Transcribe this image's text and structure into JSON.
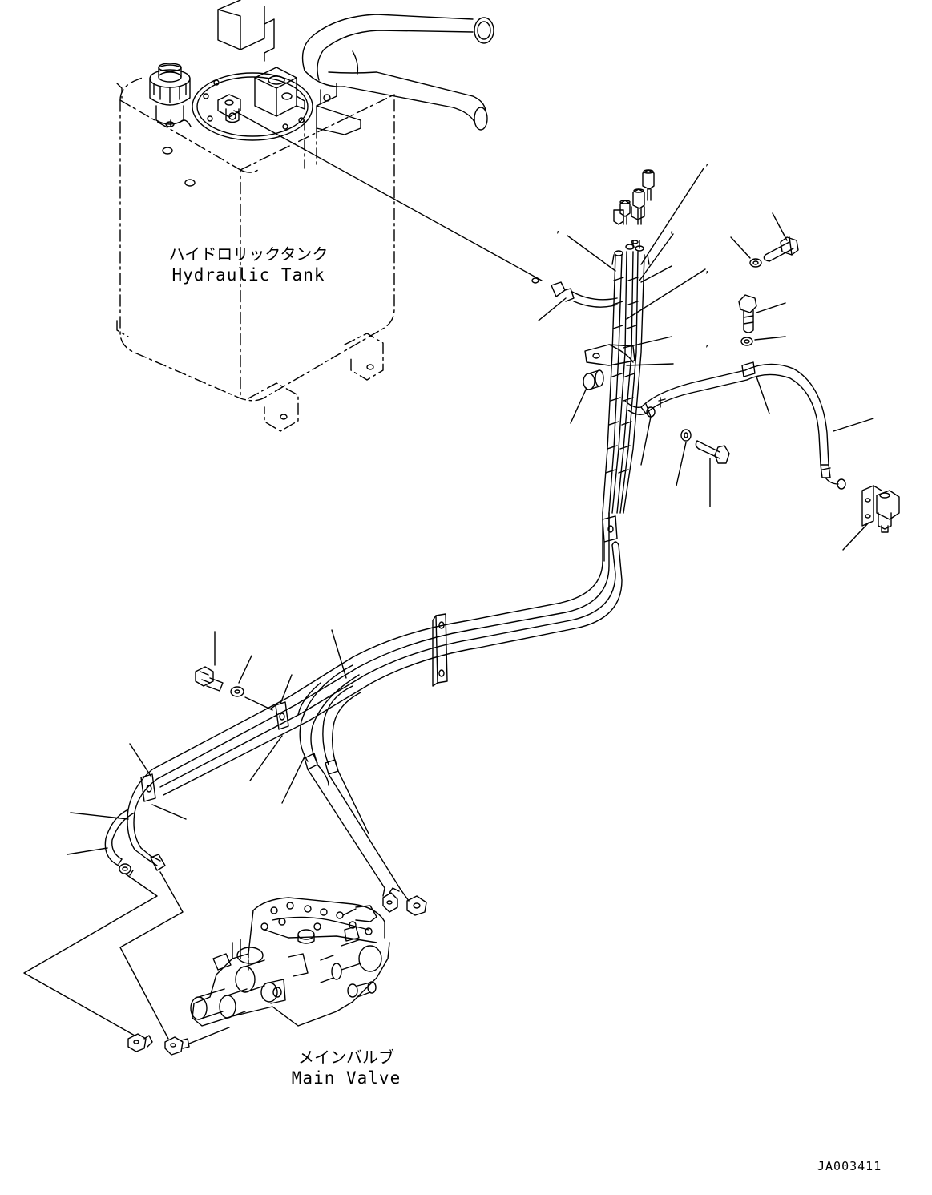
{
  "labels": {
    "hydraulic_tank_jp": "ハイドロリックタンク",
    "hydraulic_tank_en": "Hydraulic Tank",
    "main_valve_jp": "メインバルブ",
    "main_valve_en": "Main Valve"
  },
  "drawing_number": "JA003411",
  "callout_marks": [
    ",",
    ",",
    ",",
    ",",
    ","
  ]
}
